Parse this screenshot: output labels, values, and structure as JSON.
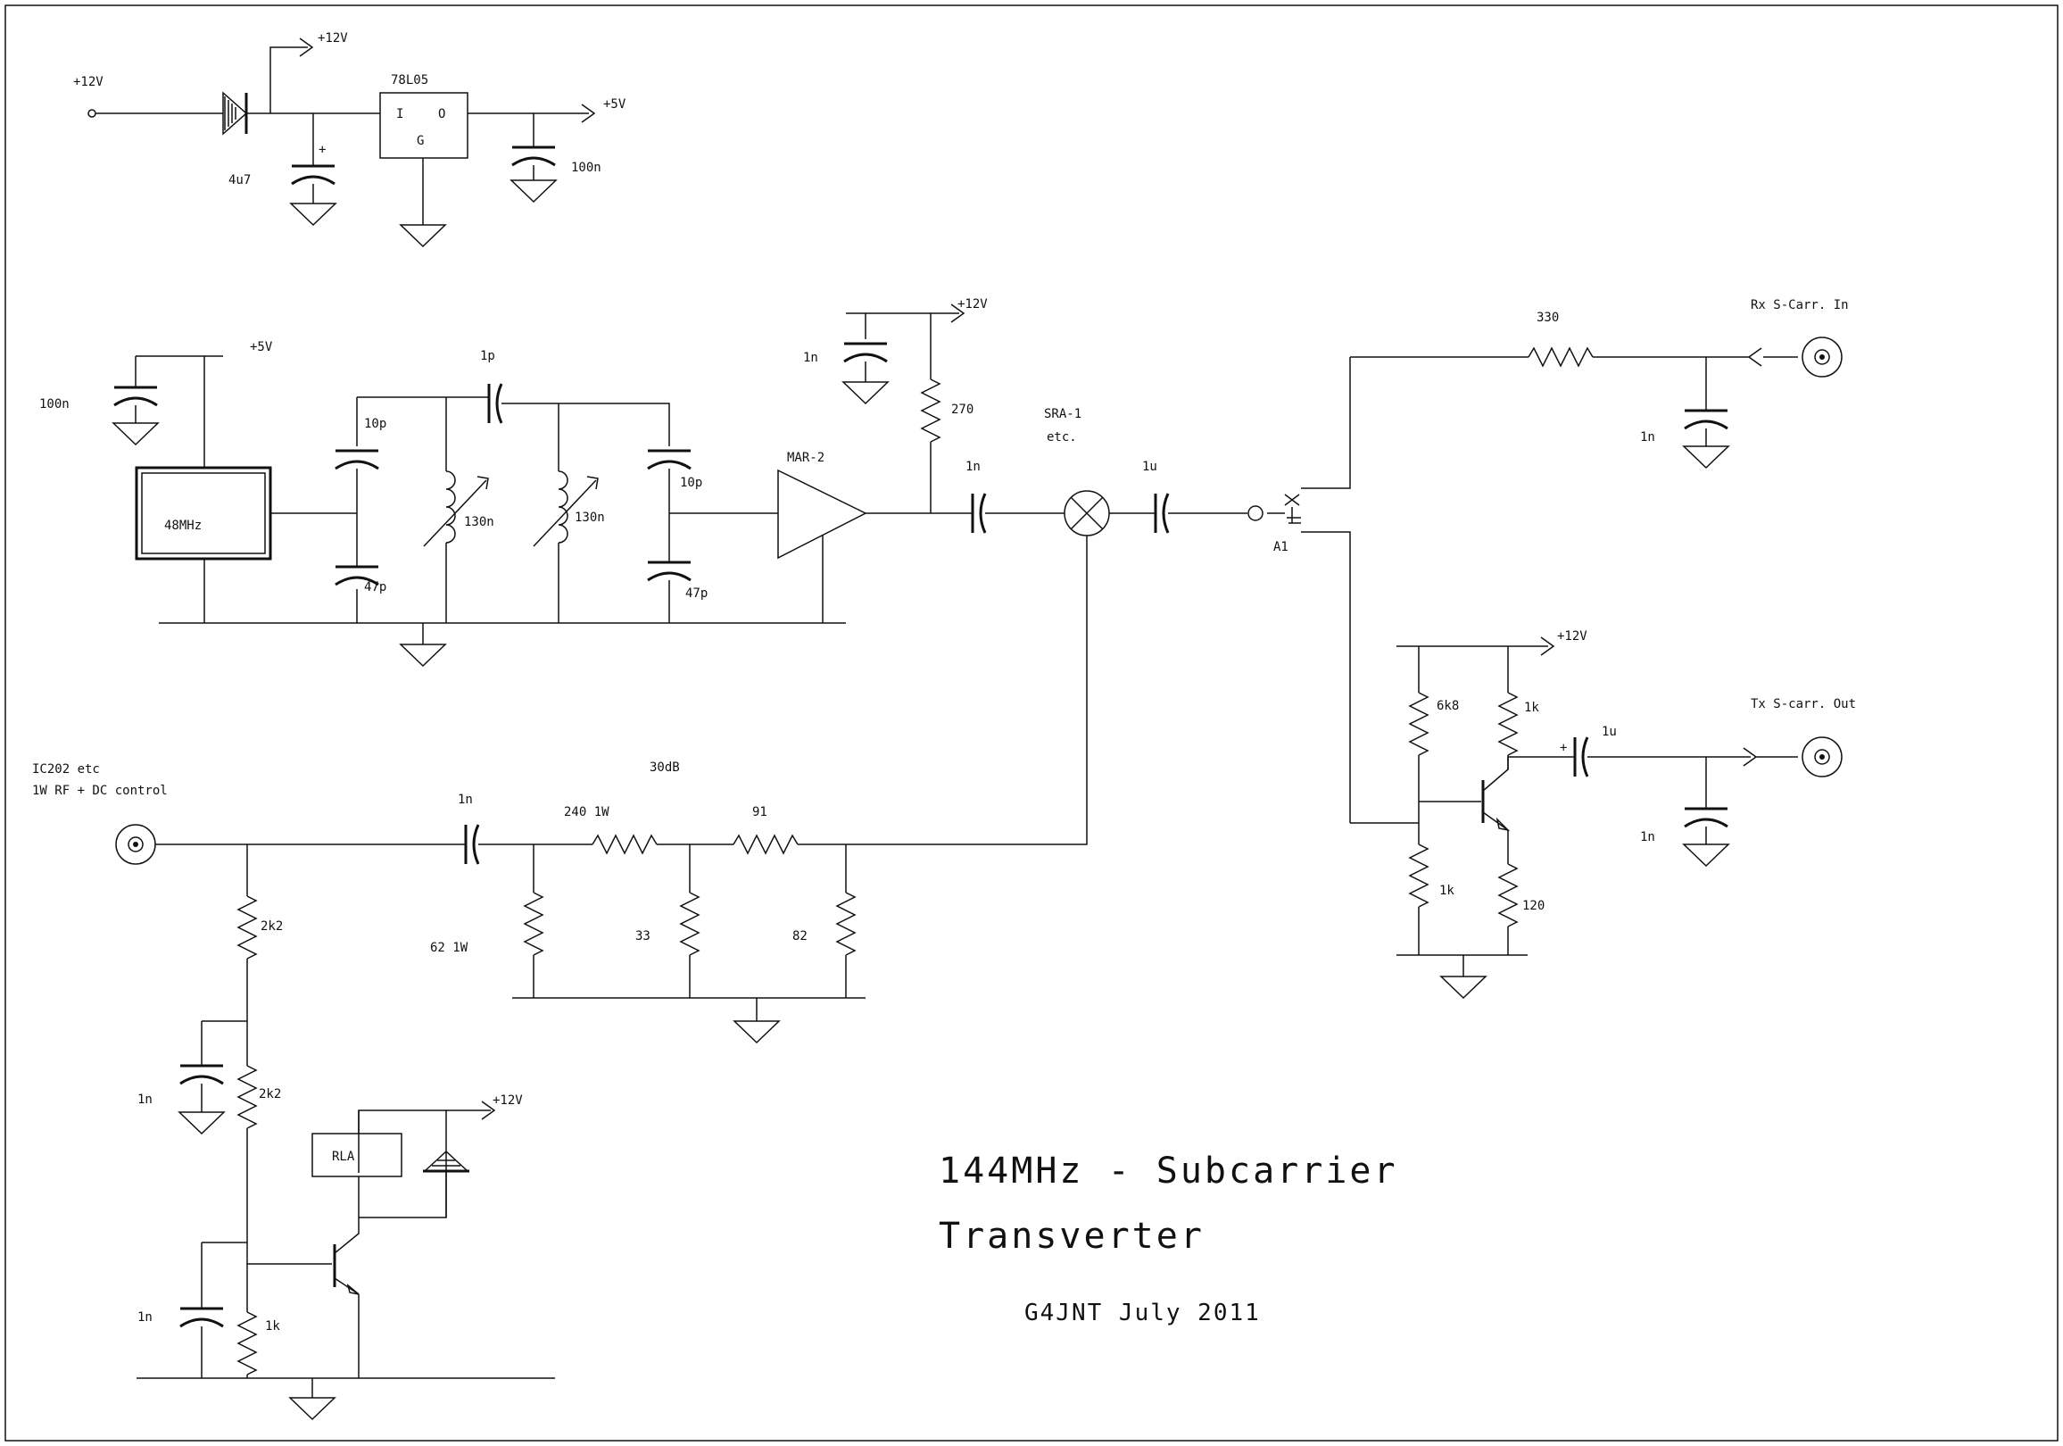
{
  "title": {
    "line1": "144MHz - Subcarrier",
    "line2": "Transverter",
    "credit": "G4JNT July 2011"
  },
  "power_supply": {
    "input_label": "+12V",
    "diode_out_label": "+12V",
    "reg_name": "78L05",
    "reg_in": "I",
    "reg_out": "O",
    "reg_gnd": "G",
    "cap_in": "4u7",
    "cap_plus": "+",
    "cap_out": "100n",
    "output_label": "+5V"
  },
  "oscillator": {
    "supply": "+5V",
    "decoupling": "100n",
    "crystal": "48MHz",
    "c1": "10p",
    "c2": "47p",
    "coupling": "1p",
    "l1": "130n",
    "l2": "130n",
    "c3": "10p",
    "c4": "47p"
  },
  "amplifier": {
    "name": "MAR-2",
    "supply": "+12V",
    "decoupling": "1n",
    "bias": "270",
    "coupling": "1n"
  },
  "mixer": {
    "name": "SRA-1",
    "note": "etc.",
    "coupling_out": "1u",
    "relay_contact": "A1"
  },
  "rx_path": {
    "resistor": "330",
    "capacitor": "1n",
    "connector": "Rx S-Carr. In"
  },
  "tx_path": {
    "supply": "+12V",
    "r_top": "6k8",
    "r_collector": "1k",
    "r_bottom": "1k",
    "r_emitter": "120",
    "coupling": "1u",
    "cap_plus": "+",
    "capacitor": "1n",
    "connector": "Tx S-carr. Out"
  },
  "attenuator": {
    "input_label_1": "IC202 etc",
    "input_label_2": "1W RF + DC control",
    "coupling": "1n",
    "attenuation": "30dB",
    "r_series_1": "240 1W",
    "r_series_2": "91",
    "r_shunt_1": "62 1W",
    "r_shunt_2": "33",
    "r_shunt_3": "82"
  },
  "dc_switch": {
    "r1": "2k2",
    "c1": "1n",
    "r2": "2k2",
    "relay": "RLA",
    "supply": "+12V",
    "c2": "1n",
    "r3": "1k"
  }
}
